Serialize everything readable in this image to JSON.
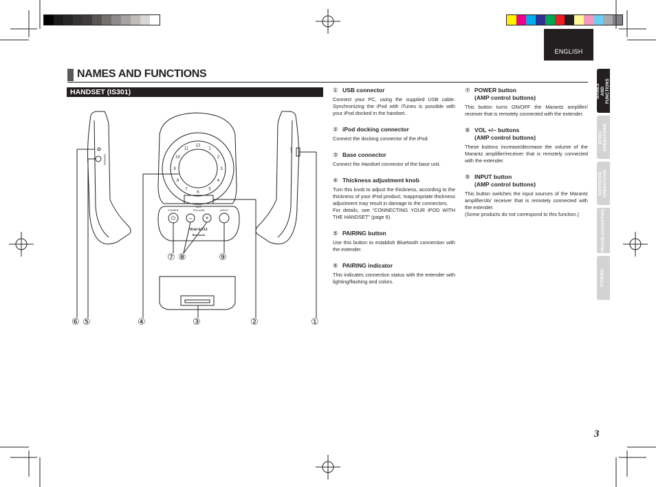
{
  "header": {
    "language_tab": "ENGLISH",
    "page_title": "NAMES AND FUNCTIONS",
    "section_title": "HANDSET (IS301)"
  },
  "side_tabs": [
    {
      "label": "NAMES AND FUNCTIONS",
      "active": true
    },
    {
      "label": "BASIC OPERATIONS",
      "active": false
    },
    {
      "label": "ADVANCED OPERATIONS",
      "active": false
    },
    {
      "label": "TROUBLESHOOTING",
      "active": false
    },
    {
      "label": "OTHERS",
      "active": false
    }
  ],
  "diagram": {
    "left_side_label": "PAIRING",
    "right_side_label": "USB",
    "power_label": "POWER",
    "amp_label": "AMP",
    "volume_label": "VOLUME",
    "input_label": "INPUT",
    "brand_label": "marantz",
    "bluetooth_label": "Bluetooth",
    "knob_numbers": [
      "12",
      "11",
      "10",
      "9",
      "8",
      "7",
      "6",
      "5",
      "4",
      "3",
      "2",
      "1"
    ],
    "callouts": {
      "c1": "①",
      "c2": "②",
      "c3": "③",
      "c4": "④",
      "c5": "⑤",
      "c6": "⑥",
      "c7": "⑦",
      "c8": "⑧",
      "c9": "⑨"
    }
  },
  "items_left": [
    {
      "num": "①",
      "title": "USB connector",
      "body": [
        "Connect your PC, using the supplied USB cable. Synchronizing the iPod with iTunes is possible with your iPod docked in the handset."
      ]
    },
    {
      "num": "②",
      "title": "iPod docking connector",
      "body": [
        "Connect the docking connector of the iPod."
      ]
    },
    {
      "num": "③",
      "title": "Base connector",
      "body": [
        "Connect the Handset connector of the base unit."
      ]
    },
    {
      "num": "④",
      "title": "Thickness adjustment knob",
      "body": [
        "Turn this knob to adjust the thickness, according to the thickness of your iPod product. Inappropriate thickness adjustment may result in damage to the connectors.",
        "For details, see “CONNECTING YOUR iPOD WITH THE HANDSET” (page 8)."
      ]
    },
    {
      "num": "⑤",
      "title": "PAIRING button",
      "body": [
        "Use this button to establish Bluetooth connection with the extender."
      ]
    },
    {
      "num": "⑥",
      "title": "PAIRING indicator",
      "body": [
        "This indicates connection status with the extender with lighting/flashing and colors."
      ]
    }
  ],
  "items_right": [
    {
      "num": "⑦",
      "title": "POWER button",
      "subtitle": "(AMP control buttons)",
      "body": [
        "This button turns ON/OFF the Marantz amplifier/ receiver that is remotely connected with the extender."
      ]
    },
    {
      "num": "⑧",
      "title": "VOL +/– buttons",
      "subtitle": "(AMP control buttons)",
      "body": [
        "These buttons increase/decrease the volume of the Marantz amplifier/receiver that is remotely connected with the extender."
      ]
    },
    {
      "num": "⑨",
      "title": "INPUT button",
      "subtitle": "(AMP control buttons)",
      "body": [
        "This button switches the input sources of the Marantz amplifier/AV receiver that is remotely connected with the extender.",
        "(Some products do not correspond to this function.)"
      ]
    }
  ],
  "page_number": "3",
  "colors": {
    "gray_strip": [
      "#000000",
      "#1a1a1a",
      "#262626",
      "#333333",
      "#403b3b",
      "#595454",
      "#737070",
      "#8c8a8a",
      "#a6a3a3",
      "#bfbcbc",
      "#d9d7d7",
      "#ffffff"
    ],
    "color_strip": [
      "#fff200",
      "#ec008c",
      "#00aeef",
      "#2e3192",
      "#00a651",
      "#ed1c24",
      "#231f20",
      "#fff799",
      "#f49ac1",
      "#6dcff6",
      "#a7a9ac",
      "#808285"
    ]
  }
}
